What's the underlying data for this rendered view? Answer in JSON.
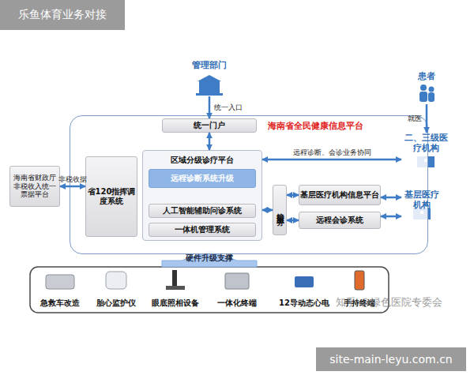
{
  "diagram": {
    "nodes": [
      {
        "text": [
          "管理部门"
        ]
      },
      {
        "text": [
          "患者"
        ]
      },
      {
        "text": [
          "海南省全民健康信息平台"
        ]
      },
      {
        "text": [
          "统一门户"
        ],
        "in": 2
      },
      {
        "text": [
          "省120指挥调度系统"
        ],
        "in": 2
      },
      {
        "text": [
          "区域分级诊疗平台"
        ],
        "in": 2
      },
      {
        "text": [
          "远程诊断系统升级"
        ],
        "in": 5
      },
      {
        "text": [
          "人工智能辅助问诊系统"
        ],
        "in": 5
      },
      {
        "text": [
          "一体机管理系统"
        ],
        "in": 5
      },
      {
        "text": [
          "接口服务"
        ],
        "in": 2
      },
      {
        "text": [
          "基层医疗机构信息平台"
        ],
        "in": 2
      },
      {
        "text": [
          "远程会诊系统"
        ],
        "in": 2
      },
      {
        "text": [
          "海南省财政厅非税收入统一票据平台"
        ]
      },
      {
        "text": [
          "二、三级医疗机构"
        ]
      },
      {
        "text": [
          "基层医疗机构"
        ]
      },
      {
        "text": [
          "急救车改造"
        ]
      },
      {
        "text": [
          "胎心监护仪"
        ]
      },
      {
        "text": [
          "眼底照相设备"
        ]
      },
      {
        "text": [
          "一体化终端"
        ]
      },
      {
        "text": [
          "12导动态心电"
        ]
      },
      {
        "text": [
          "手持终端"
        ]
      }
    ],
    "edges": [
      {
        "from": 0,
        "to": 3,
        "label": "统一入口",
        "arrow": "to"
      },
      {
        "from": 1,
        "to": 13,
        "label": "就医",
        "arrow": "to"
      },
      {
        "from": 12,
        "to": 4,
        "label": "非税收据",
        "arrow": "both"
      },
      {
        "from": 3,
        "to": 5,
        "arrow": "both"
      },
      {
        "from": 5,
        "to": 13,
        "label": "远程诊断、会诊业务协同",
        "arrow": "both"
      },
      {
        "from": 5,
        "to": 9,
        "arrow": "both"
      },
      {
        "from": 9,
        "to": 10,
        "arrow": "both"
      },
      {
        "from": 9,
        "to": 11,
        "arrow": "both"
      },
      {
        "from": 10,
        "to": 14,
        "arrow": "both"
      },
      {
        "from": 11,
        "to": 14,
        "arrow": "both"
      }
    ],
    "labels": [
      "乐鱼体育业务对接",
      "site-main-leyu.com.cn",
      "知乎 @绿色医院专委会",
      "硬件升级支撑"
    ]
  }
}
